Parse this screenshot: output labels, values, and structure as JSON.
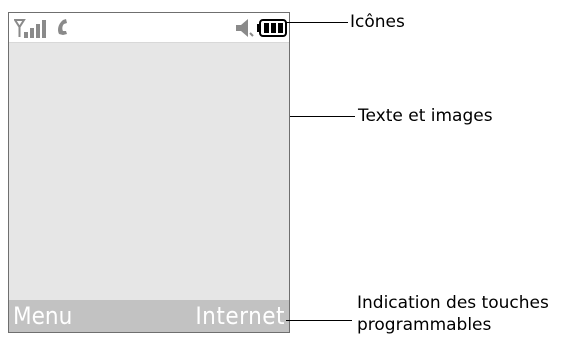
{
  "softkeys": {
    "left": "Menu",
    "right": "Internet"
  },
  "status_icons": [
    "signal-strength-icon",
    "phone-call-icon",
    "speaker-icon",
    "battery-icon"
  ],
  "callouts": {
    "icons": "Icônes",
    "text_images": "Texte et images",
    "softkeys_line1": "Indication des touches",
    "softkeys_line2": "programmables"
  },
  "colors": {
    "icon_gray": "#8a8a8a",
    "screen_background": "#e6e6e6",
    "softkey_bar": "#c2c2c2",
    "callout_line": "#000000"
  }
}
